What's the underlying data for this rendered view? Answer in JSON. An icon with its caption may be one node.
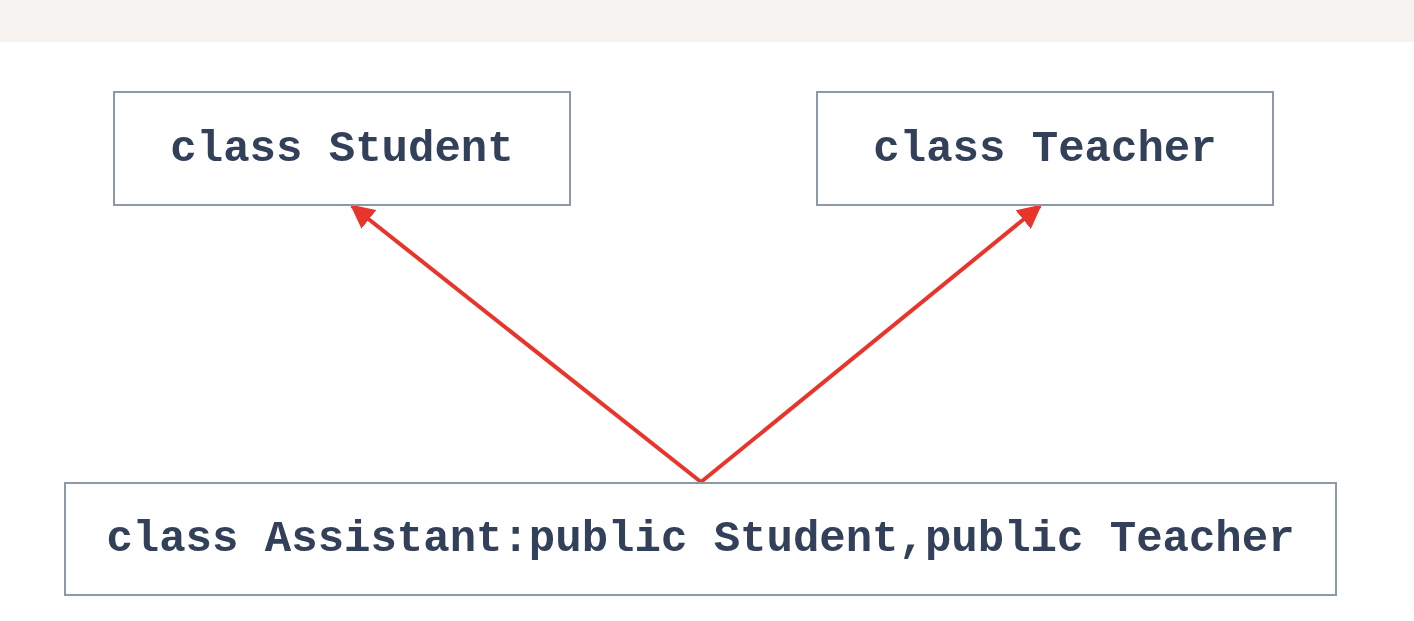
{
  "diagram": {
    "nodes": [
      {
        "text": [
          "class Student"
        ]
      },
      {
        "text": [
          "class Teacher"
        ]
      },
      {
        "text": [
          "class Assistant:public Student,public Teacher"
        ]
      }
    ],
    "edges": [
      {
        "from": 2,
        "to": 0,
        "arrow": "to",
        "color": "#e8352c"
      },
      {
        "from": 2,
        "to": 1,
        "arrow": "to",
        "color": "#e8352c"
      }
    ]
  }
}
